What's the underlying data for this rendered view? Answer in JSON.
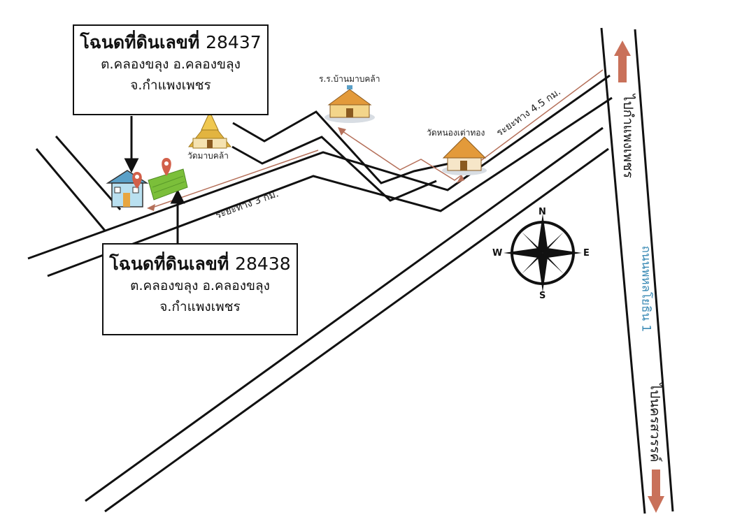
{
  "deed_top": {
    "title_prefix": "โฉนดที่ดินเลขที่",
    "number": "28437",
    "line1": "ต.คลองขลุง อ.คลองขลุง",
    "line2": "จ.กำแพงเพชร"
  },
  "deed_bottom": {
    "title_prefix": "โฉนดที่ดินเลขที่",
    "number": "28438",
    "line1": "ต.คลองขลุง อ.คลองขลุง",
    "line2": "จ.กำแพงเพชร"
  },
  "landmarks": {
    "wat_mabkhla": "วัดมาบคล้า",
    "school": "ร.ร.บ้านมาบคล้า",
    "wat_nongtaothong": "วัดหนองเต่าทอง"
  },
  "distances": {
    "short": "ระยะทาง 3 กม.",
    "long": "ระยะทาง 4.5 กม."
  },
  "highway": {
    "name": "ถนนพหลโยธิน 1",
    "to_north": "ไปกำแพงเพชร",
    "to_south": "ไปนครสวรรค์"
  },
  "compass": {
    "n": "N",
    "s": "S",
    "e": "E",
    "w": "W"
  },
  "colors": {
    "road": "#111111",
    "route": "#b5705a",
    "arrow": "#c9715a",
    "highway_label": "#3a8ab5",
    "field": "#7bbf3a",
    "pin": "#d2604a"
  },
  "icons": [
    "house-icon",
    "location-pin-icon",
    "field-icon",
    "temple-icon",
    "school-icon",
    "compass-rose-icon",
    "direction-arrow-icon"
  ]
}
